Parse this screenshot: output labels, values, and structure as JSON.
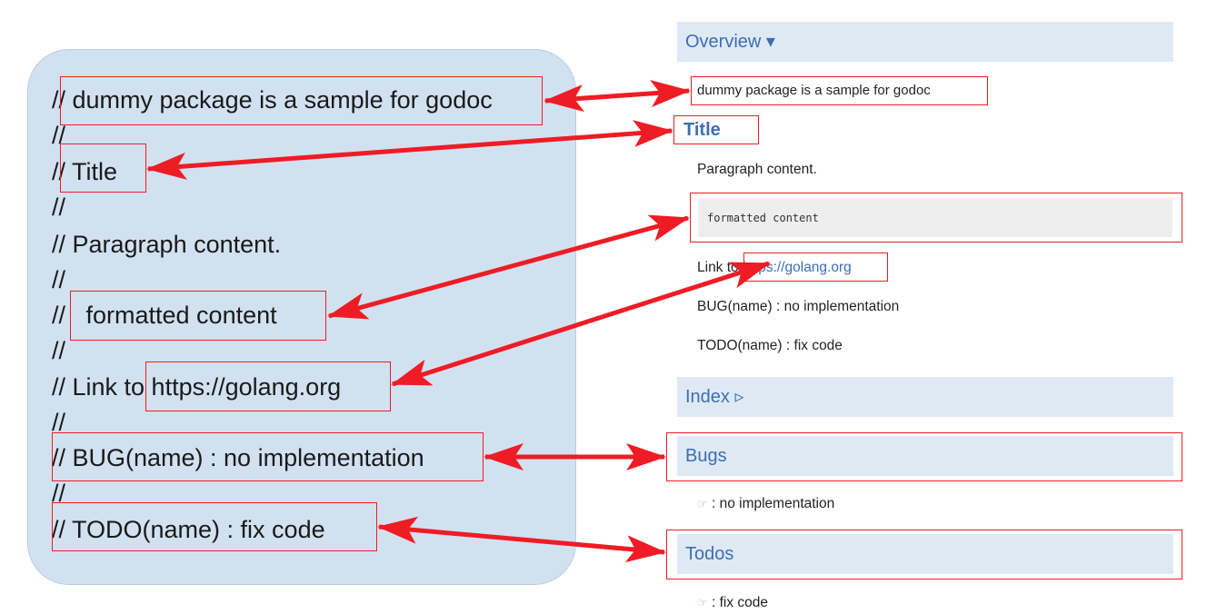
{
  "source_comment": {
    "lines": [
      "// dummy package is a sample for godoc",
      "//",
      "// Title",
      "//",
      "// Paragraph content.",
      "//",
      "//   formatted content",
      "//",
      "// Link to https://golang.org",
      "//",
      "// BUG(name) : no implementation",
      "//",
      "// TODO(name) : fix code"
    ]
  },
  "godoc": {
    "overview_header": "Overview ▾",
    "package_doc": "dummy package is a sample for godoc",
    "title": "Title",
    "paragraph": "Paragraph content.",
    "code": "formatted content",
    "link_prefix": "Link to ",
    "link_url": "https://golang.org",
    "bug_line": "BUG(name) : no implementation",
    "todo_line": "TODO(name) : fix code",
    "index_header": "Index ▹",
    "bugs_header": "Bugs",
    "bug_item": ": no implementation",
    "todos_header": "Todos",
    "todo_item": ": fix code",
    "item_icon": "pointing-hand-icon"
  },
  "colors": {
    "panel_fill": "#d2e1f0",
    "header_fill": "#dee9f4",
    "header_text": "#3c6eb4",
    "annotation_red": "#ee1c24"
  }
}
